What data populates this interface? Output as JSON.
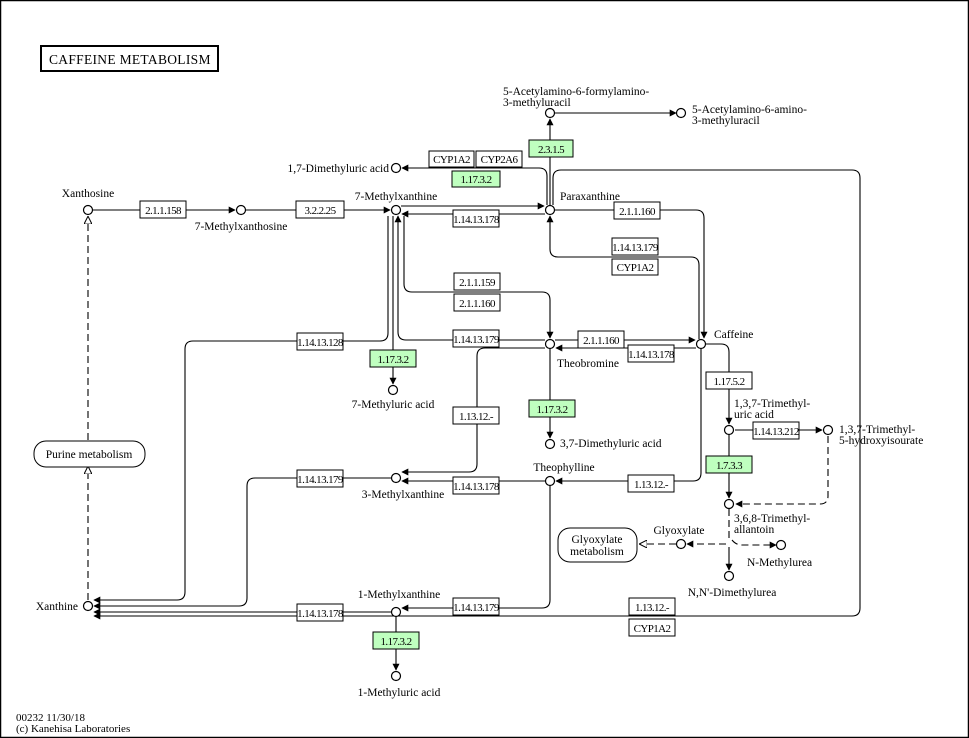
{
  "title": "CAFFEINE  METABOLISM",
  "footer": {
    "map_id_date": "00232 11/30/18",
    "copyright": "(c) Kanehisa Laboratories"
  },
  "colors": {
    "highlight_enzyme": "#bfffbf",
    "default_enzyme": "#ffffff",
    "line": "#000000"
  },
  "compounds": [
    {
      "id": "xanthosine",
      "label": [
        "Xanthosine"
      ]
    },
    {
      "id": "7-methylxanthosine",
      "label": [
        "7-Methylxanthosine"
      ]
    },
    {
      "id": "7-methylxanthine",
      "label": [
        "7-Methylxanthine"
      ]
    },
    {
      "id": "1-7-dimethyluric-acid",
      "label": [
        "1,7-Dimethyluric acid"
      ]
    },
    {
      "id": "paraxanthine",
      "label": [
        "Paraxanthine"
      ]
    },
    {
      "id": "5-acetylamino-6-formylamino-3-methyluracil",
      "label": [
        "5-Acetylamino-6-formylamino-",
        "3-methyluracil"
      ]
    },
    {
      "id": "5-acetylamino-6-amino-3-methyluracil",
      "label": [
        "5-Acetylamino-6-amino-",
        "3-methyluracil"
      ]
    },
    {
      "id": "theobromine",
      "label": [
        "Theobromine"
      ]
    },
    {
      "id": "caffeine",
      "label": [
        "Caffeine"
      ]
    },
    {
      "id": "7-methyluric-acid",
      "label": [
        "7-Methyluric acid"
      ]
    },
    {
      "id": "3-7-dimethyluric-acid",
      "label": [
        "3,7-Dimethyluric acid"
      ]
    },
    {
      "id": "1-3-7-trimethyluric-acid",
      "label": [
        "1,3,7-Trimethyl-",
        "uric acid"
      ]
    },
    {
      "id": "1-3-7-trimethyl-5-hydroxyisourate",
      "label": [
        "1,3,7-Trimethyl-",
        "5-hydroxyisourate"
      ]
    },
    {
      "id": "theophylline",
      "label": [
        "Theophylline"
      ]
    },
    {
      "id": "3-methylxanthine",
      "label": [
        "3-Methylxanthine"
      ]
    },
    {
      "id": "3-6-8-trimethylallantoin",
      "label": [
        "3,6,8-Trimethyl-",
        "allantoin"
      ]
    },
    {
      "id": "glyoxylate",
      "label": [
        "Glyoxylate"
      ]
    },
    {
      "id": "n-methylurea",
      "label": [
        "N-Methylurea"
      ]
    },
    {
      "id": "n-n-dimethylurea",
      "label": [
        "N,N'-Dimethylurea"
      ]
    },
    {
      "id": "xanthine",
      "label": [
        "Xanthine"
      ]
    },
    {
      "id": "1-methylxanthine",
      "label": [
        "1-Methylxanthine"
      ]
    },
    {
      "id": "1-methyluric-acid",
      "label": [
        "1-Methyluric acid"
      ]
    }
  ],
  "enzymes": [
    {
      "id": "e1",
      "label": "2.1.1.158",
      "highlighted": false
    },
    {
      "id": "e2",
      "label": "3.2.2.25",
      "highlighted": false
    },
    {
      "id": "e3",
      "label": "CYP1A2",
      "highlighted": false
    },
    {
      "id": "e4",
      "label": "CYP2A6",
      "highlighted": false
    },
    {
      "id": "e5",
      "label": "1.17.3.2",
      "highlighted": true
    },
    {
      "id": "e6",
      "label": "2.3.1.5",
      "highlighted": true
    },
    {
      "id": "e7",
      "label": "1.14.13.178",
      "highlighted": false
    },
    {
      "id": "e8",
      "label": "2.1.1.160",
      "highlighted": false
    },
    {
      "id": "e9",
      "label": "1.14.13.179",
      "highlighted": false
    },
    {
      "id": "e10",
      "label": "CYP1A2",
      "highlighted": false
    },
    {
      "id": "e11",
      "label": "2.1.1.159",
      "highlighted": false
    },
    {
      "id": "e12",
      "label": "2.1.1.160",
      "highlighted": false
    },
    {
      "id": "e13",
      "label": "1.14.13.128",
      "highlighted": false
    },
    {
      "id": "e14",
      "label": "1.14.13.179",
      "highlighted": false
    },
    {
      "id": "e15",
      "label": "2.1.1.160",
      "highlighted": false
    },
    {
      "id": "e16",
      "label": "1.14.13.178",
      "highlighted": false
    },
    {
      "id": "e17",
      "label": "1.17.3.2",
      "highlighted": true
    },
    {
      "id": "e18",
      "label": "1.17.3.2",
      "highlighted": true
    },
    {
      "id": "e19",
      "label": "1.13.12.-",
      "highlighted": false
    },
    {
      "id": "e20",
      "label": "1.17.5.2",
      "highlighted": false
    },
    {
      "id": "e21",
      "label": "1.14.13.212",
      "highlighted": false
    },
    {
      "id": "e22",
      "label": "1.7.3.3",
      "highlighted": true
    },
    {
      "id": "e23",
      "label": "1.14.13.179",
      "highlighted": false
    },
    {
      "id": "e24",
      "label": "1.14.13.178",
      "highlighted": false
    },
    {
      "id": "e25",
      "label": "1.13.12.-",
      "highlighted": false
    },
    {
      "id": "e26",
      "label": "1.14.13.178",
      "highlighted": false
    },
    {
      "id": "e27",
      "label": "1.14.13.179",
      "highlighted": false
    },
    {
      "id": "e28",
      "label": "1.17.3.2",
      "highlighted": true
    },
    {
      "id": "e29",
      "label": "1.13.12.-",
      "highlighted": false
    },
    {
      "id": "e30",
      "label": "CYP1A2",
      "highlighted": false
    }
  ],
  "map_links": [
    {
      "id": "purine-metabolism",
      "label": [
        "Purine metabolism"
      ]
    },
    {
      "id": "glyoxylate-metabolism",
      "label": [
        "Glyoxylate",
        "metabolism"
      ]
    }
  ]
}
